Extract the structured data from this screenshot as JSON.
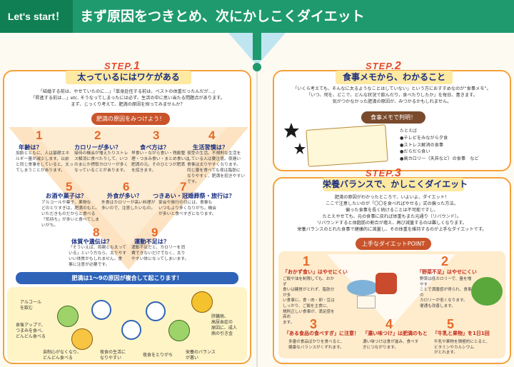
{
  "header": {
    "lets_start": "Let's start！",
    "title": "まず原因をつきとめ、次にかしこくダイエット"
  },
  "step1": {
    "step_label": "STEP.",
    "step_num": "1",
    "ribbon": "太っているにはワケがある",
    "intro": [
      "「結婚する前は、やせていたのに…」「単身赴任する前は、ベストの体重だったんだが…」",
      "「昇進する前は…」etc. そうなってしまったには必ず、生活の中に思い当たる問題点があります。",
      "まず、じっくり考えて、肥満の原因を探ってみませんか？"
    ],
    "find_pill": "肥満の原因をみつけよう！",
    "causes": [
      {
        "num": "1",
        "title": "年齢は？",
        "desc": [
          "加齢とともに、人は基礎エネ",
          "ルギー量が減少します。以前",
          "と同じ食事をしていると、太っ",
          "てしまうことがあります。"
        ]
      },
      {
        "num": "2",
        "title": "カロリーが多い？",
        "desc": [
          "接待の機会が増えたりストレ",
          "ス解消に食べたりして、いつ",
          "のまにか摂取カロリーが多く",
          "なっていることがあります。"
        ]
      },
      {
        "num": "3",
        "title": "食べ方は？",
        "desc": [
          "早食い・ながら食い・残飯整",
          "理・つまみ食い・まとめ食いは",
          "肥満の元。そのひとつが肥満",
          "を招きます。"
        ]
      },
      {
        "num": "4",
        "title": "生活習慣は？",
        "desc": [
          "夜型の生活、不規則な生活を",
          "している人は要注意。夜遅い",
          "食事は太りやすくなります。",
          "同じ量を食べても夜は脂肪に",
          "なりやすく、肥満を招きやすい",
          "です。"
        ]
      },
      {
        "num": "5",
        "title": "お酒や菓子は？",
        "desc": [
          "アルコールや菓子、果物な",
          "どのとりすぎは、肥満のもと。",
          "いただきものだからと食べる",
          "「気持ち」が多いと食べてしま",
          "いがち。"
        ]
      },
      {
        "num": "6",
        "title": "外食が多い？",
        "desc": [
          "外食はカロリーが高い料理が",
          "多いので、注意したいもの。"
        ]
      },
      {
        "num": "7",
        "title": "つきあい・冠婚葬祭・旅行は？",
        "desc": [
          "宴会や旅行の日には、食事も",
          "いつもより多くなりがち。機会",
          "が多いと食べすぎになります。"
        ]
      },
      {
        "num": "8",
        "title": "体質や遺伝は？",
        "desc": [
          "「そういえば、両親とも太って",
          "いる」という方なら、太りやす",
          "いい体質かもしれません。食",
          "事に注意が必要です。"
        ]
      },
      {
        "num": "9",
        "title": "運動不足は？",
        "desc": [
          "運動不足だと、カロリーを消",
          "費できないだけでなく、太り",
          "やすい体になってしまいます。"
        ]
      }
    ],
    "combined_bar": "肥満は1〜9の原因が複合して起こります！",
    "flow_labels": {
      "drink": [
        "アルコール",
        "を飲む"
      ],
      "snack": [
        "食後アップで、",
        "つまみを食べ、",
        "どんどん食べる"
      ],
      "diet": [
        "自制心がなくなり、",
        "どんどん食べる"
      ],
      "night": [
        "夜食の生活に",
        "なりやすい"
      ],
      "snooze": [
        "夜食をとりがち"
      ],
      "balance": [
        "栄養のバランス",
        "が悪い"
      ],
      "result": [
        "肝臓病、",
        "高尿血症の",
        "原因に、成人",
        "病の引き金"
      ]
    }
  },
  "step2": {
    "step_label": "STEP.",
    "step_num": "2",
    "ribbon": "食事メモから、わかること",
    "intro": [
      "「いくら考えても、そんなに太るようなことはしていない」という方におすすめなのが“食事メモ”。",
      "「いつ、何を、どこで、どんな状況で飲んだり、食べたりしたか」を毎日、書きます。",
      "気がつかなかった肥満の原因が、みつかるかもしれません。"
    ],
    "memo_pill": "食事メモで判明！",
    "findings_header": "たとえば",
    "findings": [
      "●テレビをみながら夕食",
      "●ストレス解消の食事",
      "●だらだら食い",
      "●高カロリー（天丼など）の食事　など"
    ]
  },
  "step3": {
    "step_label": "STEP.",
    "step_num": "3",
    "ribbon": "栄養バランスで、かしこくダイエット",
    "intro": [
      "肥満の原因がわかったところで、いよいよ、ダイエット！",
      "ここで注意したいのが「〇〇を食べればやせる」式の偏った方法。",
      "偏った食事を長く続けることは不可能ですし、",
      "たとえやせても、元の食事に戻れば体重もまた元通り（リバウンド）。",
      "リバウンドすると体脂肪の割合が増え、再び減量するのは難しくなります。",
      "栄養バランスのとれた食事で健康的に減量し、その体重を維持するのが上手なダイエットです。"
    ],
    "points_pill": "上手なダイエットPOINT",
    "points": [
      {
        "num": "1",
        "title": "「おかず食い」はやせにくい",
        "desc": [
          "ご飯や油を制限しても、おかず",
          "食いは糖質がとれず、脂肪分が多",
          "い食事に。食・肉・卵・豆は",
          "しっかり、ご飯を主食に、",
          "規則正しい食事が、満足感を高め",
          "ます。"
        ]
      },
      {
        "num": "2",
        "title": "「野菜不足」はやせにくい",
        "desc": [
          "野菜は低カロリーで、量を増やす",
          "ことで満腹感が得られ、食事の",
          "カロリーが低くなります。",
          "便通も改善します。"
        ]
      },
      {
        "num": "3",
        "title": "「ある食品の食べすぎ」に注意！",
        "desc": [
          "多量の食品ばかりを食べると、",
          "健康なバランスがくずれます。"
        ]
      },
      {
        "num": "4",
        "title": "「濃い味つけ」は肥満のもと",
        "desc": [
          "濃い味つけは食が進み、食べす",
          "ぎにつながります。"
        ]
      },
      {
        "num": "5",
        "title": "「牛乳と果物」を1日1回",
        "desc": [
          "牛乳や果物を積極的にとると、",
          "ビタミンやカルシウム",
          "がとれます。"
        ]
      }
    ]
  }
}
